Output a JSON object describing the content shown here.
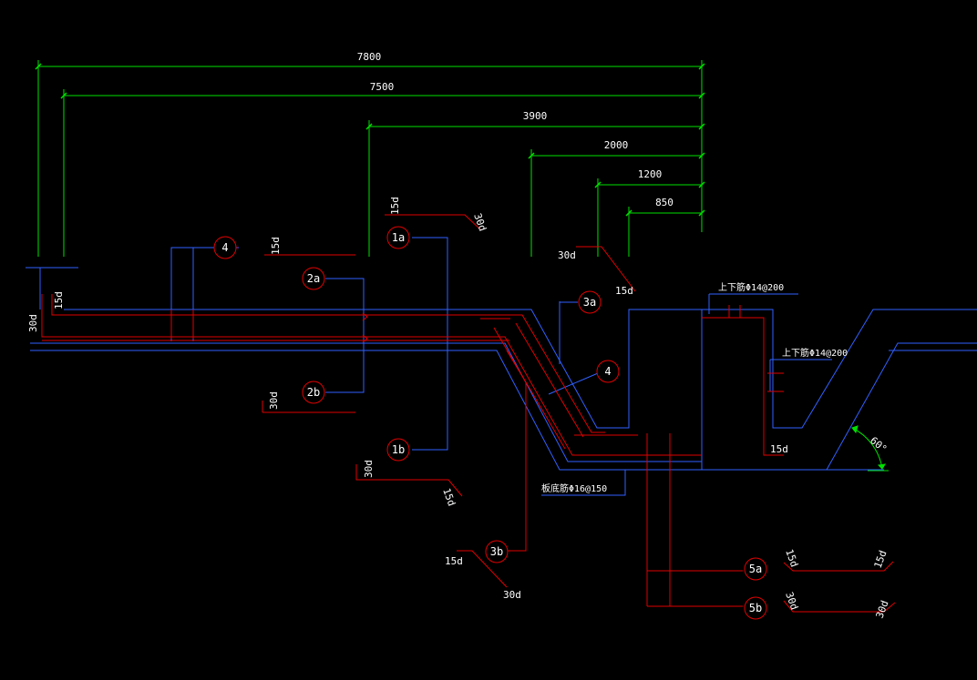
{
  "dimensions": [
    {
      "id": "d7800",
      "text": "7800"
    },
    {
      "id": "d7500",
      "text": "7500"
    },
    {
      "id": "d3900",
      "text": "3900"
    },
    {
      "id": "d2000",
      "text": "2000"
    },
    {
      "id": "d1200",
      "text": "1200"
    },
    {
      "id": "d850",
      "text": "850"
    }
  ],
  "bubbles": [
    {
      "id": "b4a",
      "text": "4"
    },
    {
      "id": "b1a",
      "text": "1a"
    },
    {
      "id": "b2a",
      "text": "2a"
    },
    {
      "id": "b3a",
      "text": "3a"
    },
    {
      "id": "b4b",
      "text": "4"
    },
    {
      "id": "b2b",
      "text": "2b"
    },
    {
      "id": "b1b",
      "text": "1b"
    },
    {
      "id": "b3b",
      "text": "3b"
    },
    {
      "id": "b5a",
      "text": "5a"
    },
    {
      "id": "b5b",
      "text": "5b"
    }
  ],
  "labels": {
    "l_15d_top1": "15d",
    "l_30d_top1": "30d",
    "l_15d_left": "15d",
    "l_30d_mid1": "30d",
    "l_15d_mid1": "15d",
    "l_30d_left": "30d",
    "l_15d_leftbar": "15d",
    "l_30d_b2": "30d",
    "l_30d_b1": "30d",
    "l_15d_b1": "15d",
    "l_15d_b3": "15d",
    "l_30d_b3": "30d",
    "l_15d_right": "15d",
    "l_rebar1": "上下筋Φ14@200",
    "l_rebar2": "上下筋Φ14@200",
    "l_rebar3": "板底筋Φ16@150",
    "l_angle": "60°",
    "l_15d_5a_l": "15d",
    "l_15d_5a_r": "15d",
    "l_30d_5b_l": "30d",
    "l_30d_5b_r": "30d"
  },
  "colors": {
    "dim": "#00e000",
    "rebar": "#e00000",
    "outline": "#3060ff",
    "text": "#ffffff"
  }
}
